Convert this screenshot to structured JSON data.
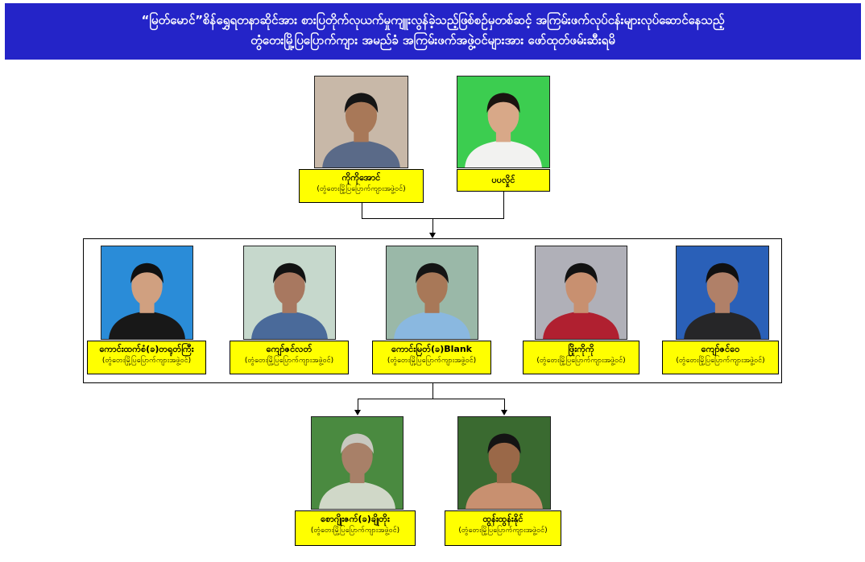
{
  "banner": {
    "line1": "“မြတ်မောင်”စိန်ရွှေရတနာဆိုင်အား စားပြတိုက်လုယက်မှုကျူးလွန်ခဲ့သည့်ဖြစ်စဉ်မှတစ်ဆင့် အကြမ်းဖက်လုပ်ငန်းများလုပ်ဆောင်နေသည့်",
    "line2": "တွံတေးမြို့ပြပြောက်ကျား အမည်ခံ အကြမ်းဖက်အဖွဲ့ဝင်များအား ဖော်ထုတ်ဖမ်းဆီးရမိ"
  },
  "people": [
    {
      "name": "ကိုကိုအောင်",
      "role": "(တွံတေးမြို့ပြပြောက်ကျားအဖွဲ့ဝင်)",
      "bg": "#c8b8a8",
      "shirt": "#5a6a88",
      "skin": "#a87858",
      "hair": "#151515"
    },
    {
      "name": "ပပလှိုင်",
      "role": "",
      "bg": "#3ccd50",
      "shirt": "#f2f2f0",
      "skin": "#d8a888",
      "hair": "#1a1410"
    },
    {
      "name": "ကောင်းထက်စံ(ခ)တရုတ်ကြီး",
      "role": "(တွံတေးမြို့ပြပြောက်ကျားအဖွဲ့ဝင်)",
      "bg": "#2a8cd8",
      "shirt": "#181818",
      "skin": "#d0a080",
      "hair": "#101010"
    },
    {
      "name": "ကျော်ဇင်လတ်",
      "role": "(တွံတေးမြို့ပြပြောက်ကျားအဖွဲ့ဝင်)",
      "bg": "#c6d8cc",
      "shirt": "#4a6a9a",
      "skin": "#a87860",
      "hair": "#121212"
    },
    {
      "name": "ကောင်းမြတ်(ခ)Blank",
      "role": "(တွံတေးမြို့ပြပြောက်ကျားအဖွဲ့ဝင်)",
      "bg": "#9ab8a8",
      "shirt": "#8ab8e0",
      "skin": "#a87858",
      "hair": "#141414"
    },
    {
      "name": "ဖြိုးကိုကို",
      "role": "(တွံတေးမြို့ပြပြောက်ကျားအဖွဲ့ဝင်)",
      "bg": "#b0b0b8",
      "shirt": "#b02030",
      "skin": "#c89070",
      "hair": "#121212"
    },
    {
      "name": "ကျော်ဇင်ဝေ",
      "role": "(တွံတေးမြို့ပြပြောက်ကျားအဖွဲ့ဝင်)",
      "bg": "#2a60b8",
      "shirt": "#262628",
      "skin": "#b08068",
      "hair": "#101010"
    },
    {
      "name": "စောဂျိုးဇက်(ခ)ချိုတိုး",
      "role": "(တွံတေးမြို့ပြပြောက်ကျားအဖွဲ့ဝင်)",
      "bg": "#4a8a40",
      "shirt": "#d0d8c8",
      "skin": "#a88068",
      "hair": "#c8c8c0"
    },
    {
      "name": "ထွန်းထွန်းနိုင်",
      "role": "(တွံတေးမြို့ပြပြောက်ကျားအဖွဲ့ဝင်)",
      "bg": "#3a6a30",
      "shirt": "#c89070",
      "skin": "#9a6848",
      "hair": "#141414"
    }
  ],
  "colors": {
    "banner": "#2424c8",
    "label": "#ffff00"
  }
}
